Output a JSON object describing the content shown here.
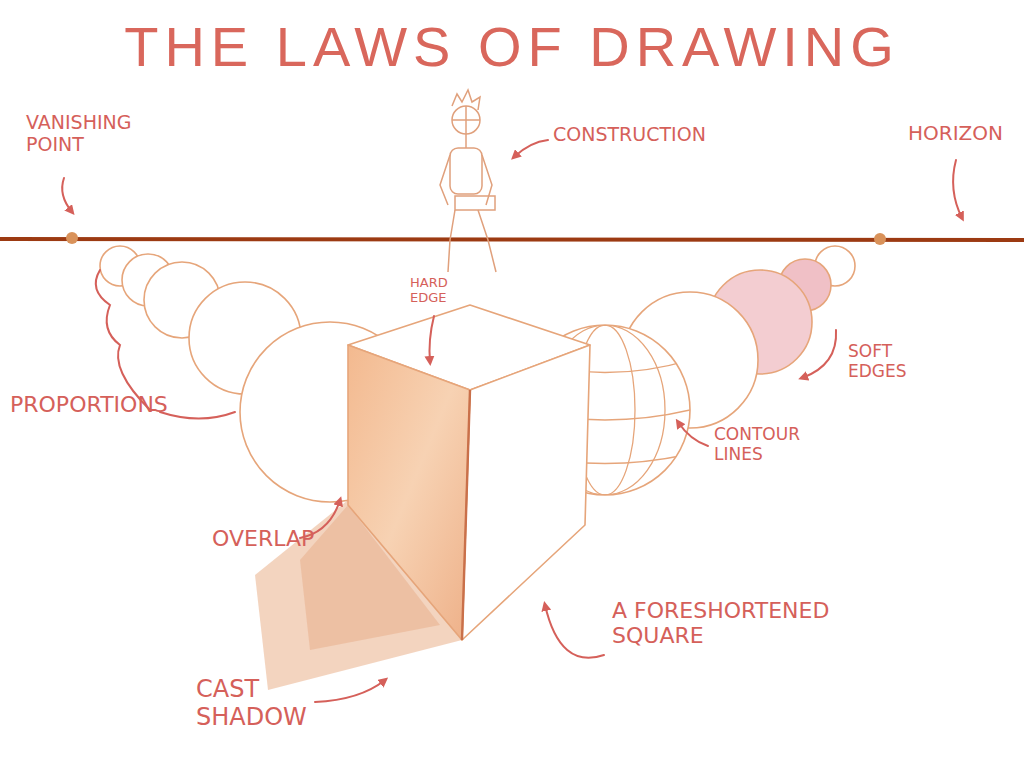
{
  "diagram": {
    "title": "THE LAWS OF DRAWING",
    "labels": [
      "VANISHING POINT",
      "CONSTRUCTION",
      "HORIZON",
      "HARD EDGE",
      "PROPORTIONS",
      "SOFT EDGES",
      "CONTOUR LINES",
      "OVERLAP",
      "CAST SHADOW",
      "A FORESHORTENED SQUARE"
    ]
  }
}
